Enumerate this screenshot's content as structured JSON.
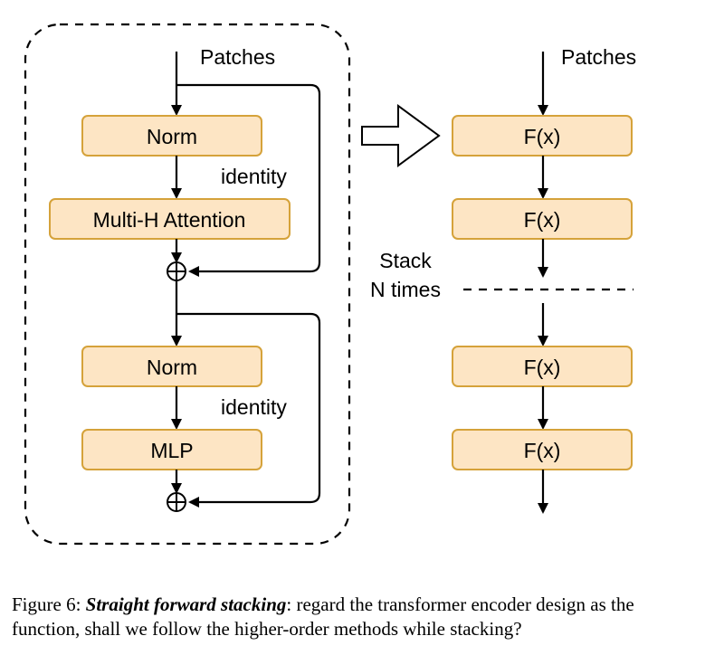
{
  "left_block": {
    "input_label": "Patches",
    "norm1": "Norm",
    "identity1": "identity",
    "attention": "Multi-H Attention",
    "norm2": "Norm",
    "identity2": "identity",
    "mlp": "MLP"
  },
  "right_block": {
    "input_label": "Patches",
    "f1": "F(x)",
    "f2": "F(x)",
    "stack_line1": "Stack",
    "stack_line2": "N times",
    "f3": "F(x)",
    "f4": "F(x)"
  },
  "caption": {
    "prefix": "Figure 6: ",
    "emphasis": "Straight forward stacking",
    "body": ": regard the transformer encoder design as the function, shall we follow the higher-order methods while stacking?"
  }
}
